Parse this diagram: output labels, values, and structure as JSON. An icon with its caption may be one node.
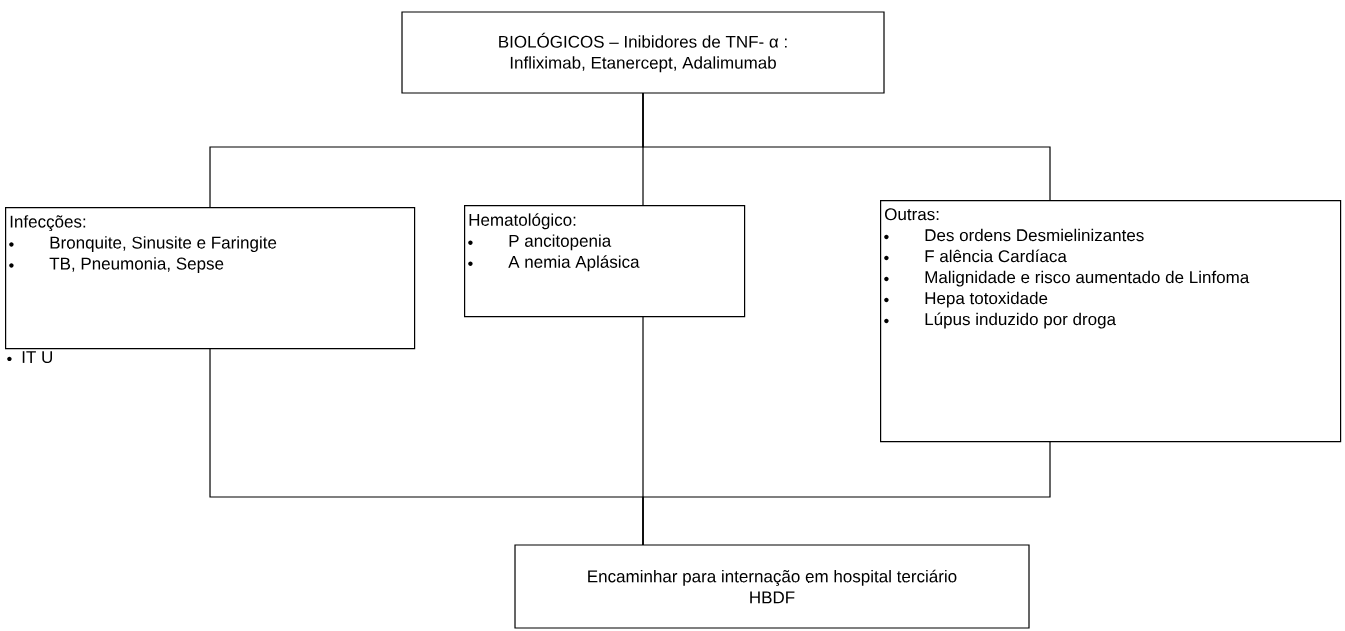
{
  "diagram": {
    "nodes": [
      {
        "text": [
          "BIOLÓGICOS – Inibidores de TNF- α :",
          "Infliximab, Etanercept, Adalimumab"
        ]
      },
      {
        "text": [
          "Infecções:",
          "Bronquite, Sinusite e Faringite",
          "TB, Pneumonia, Sepse",
          "IT U"
        ]
      },
      {
        "text": [
          "Hematológico:",
          "P ancitopenia",
          "A nemia Aplásica"
        ]
      },
      {
        "text": [
          "Outras:",
          "Des ordens Desmielinizantes",
          "F alência Cardíaca",
          "Malignidade e risco aumentado de Linfoma",
          "Hepa totoxidade",
          "Lúpus induzido por droga"
        ]
      },
      {
        "text": [
          "Encaminhar para internação em hospital terciário",
          "HBDF"
        ]
      }
    ],
    "edges": [
      {
        "from": 0,
        "to": 1,
        "arrow": "none"
      },
      {
        "from": 0,
        "to": 2,
        "arrow": "none"
      },
      {
        "from": 0,
        "to": 3,
        "arrow": "none"
      },
      {
        "from": 1,
        "to": 4,
        "arrow": "none"
      },
      {
        "from": 2,
        "to": 4,
        "arrow": "none"
      },
      {
        "from": 3,
        "to": 4,
        "arrow": "none"
      }
    ]
  }
}
